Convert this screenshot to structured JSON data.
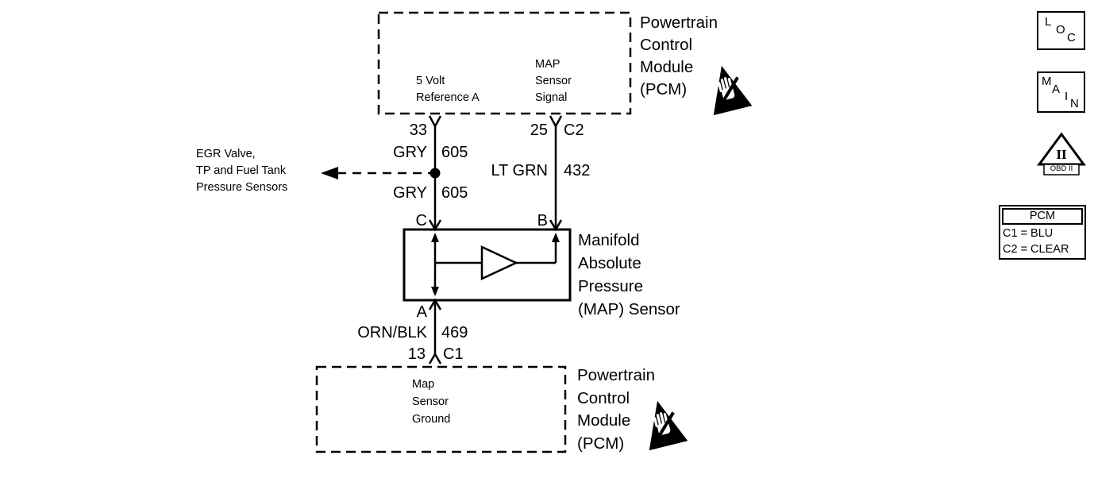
{
  "diagram": {
    "top_pcm": {
      "ref_label": "5 Volt\nReference A",
      "signal_label": "MAP\nSensor\nSignal",
      "title": "Powertrain\nControl\nModule\n(PCM)"
    },
    "left_wire": {
      "pin": "33",
      "color_upper": "GRY",
      "circuit_upper": "605",
      "color_lower": "GRY",
      "circuit_lower": "605",
      "terminal": "C"
    },
    "right_wire": {
      "pin": "25",
      "connector": "C2",
      "color": "LT GRN",
      "circuit": "432",
      "terminal": "B"
    },
    "egr_note": "EGR Valve,\nTP and Fuel Tank\nPressure Sensors",
    "map_sensor": {
      "title": "Manifold\nAbsolute\nPressure\n(MAP) Sensor"
    },
    "ground_wire": {
      "terminal": "A",
      "color": "ORN/BLK",
      "circuit": "469",
      "pin": "13",
      "connector": "C1"
    },
    "bottom_pcm": {
      "inner_label": "Map\nSensor\nGround",
      "title": "Powertrain\nControl\nModule\n(PCM)"
    }
  },
  "legend": {
    "loc": {
      "l": "L",
      "o": "O",
      "c": "C"
    },
    "main": {
      "m": "M",
      "a": "A",
      "i": "I",
      "n": "N"
    },
    "obd": {
      "numeral": "II",
      "label": "OBD II"
    },
    "pcm_table": {
      "title": "PCM",
      "rows": [
        "C1 = BLU",
        "C2 = CLEAR"
      ]
    }
  },
  "colors": {
    "line": "#000000",
    "background": "#ffffff"
  }
}
